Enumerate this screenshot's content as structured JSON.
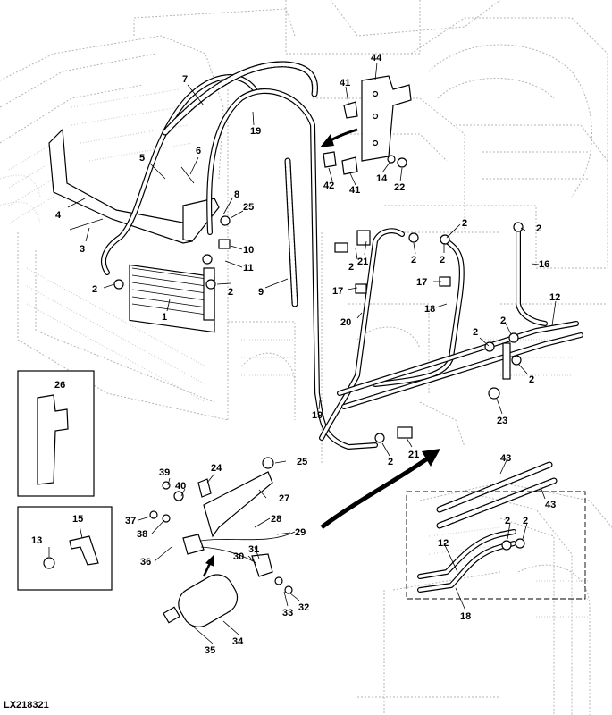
{
  "figure_id": "LX218321",
  "callouts": [
    "1",
    "2",
    "3",
    "4",
    "5",
    "6",
    "7",
    "8",
    "9",
    "10",
    "11",
    "12",
    "13",
    "14",
    "15",
    "16",
    "17",
    "18",
    "19",
    "20",
    "21",
    "22",
    "23",
    "24",
    "25",
    "26",
    "27",
    "28",
    "29",
    "30",
    "31",
    "32",
    "33",
    "34",
    "35",
    "36",
    "37",
    "38",
    "39",
    "40",
    "41",
    "42",
    "43",
    "44"
  ],
  "labels": [
    {
      "text": "7"
    },
    {
      "text": "19"
    },
    {
      "text": "44"
    },
    {
      "text": "41"
    },
    {
      "text": "6"
    },
    {
      "text": "5"
    },
    {
      "text": "8"
    },
    {
      "text": "25"
    },
    {
      "text": "4"
    },
    {
      "text": "3"
    },
    {
      "text": "10"
    },
    {
      "text": "11"
    },
    {
      "text": "2"
    },
    {
      "text": "2"
    },
    {
      "text": "1"
    },
    {
      "text": "9"
    },
    {
      "text": "42"
    },
    {
      "text": "41"
    },
    {
      "text": "14"
    },
    {
      "text": "22"
    },
    {
      "text": "2"
    },
    {
      "text": "21"
    },
    {
      "text": "2"
    },
    {
      "text": "2"
    },
    {
      "text": "2"
    },
    {
      "text": "2"
    },
    {
      "text": "17"
    },
    {
      "text": "17"
    },
    {
      "text": "20"
    },
    {
      "text": "18"
    },
    {
      "text": "16"
    },
    {
      "text": "12"
    },
    {
      "text": "2"
    },
    {
      "text": "2"
    },
    {
      "text": "2"
    },
    {
      "text": "23"
    },
    {
      "text": "19"
    },
    {
      "text": "2"
    },
    {
      "text": "21"
    },
    {
      "text": "26"
    },
    {
      "text": "24"
    },
    {
      "text": "25"
    },
    {
      "text": "39"
    },
    {
      "text": "40"
    },
    {
      "text": "27"
    },
    {
      "text": "15"
    },
    {
      "text": "13"
    },
    {
      "text": "37"
    },
    {
      "text": "38"
    },
    {
      "text": "28"
    },
    {
      "text": "29"
    },
    {
      "text": "36"
    },
    {
      "text": "31"
    },
    {
      "text": "30"
    },
    {
      "text": "33"
    },
    {
      "text": "32"
    },
    {
      "text": "35"
    },
    {
      "text": "34"
    },
    {
      "text": "43"
    },
    {
      "text": "43"
    },
    {
      "text": "2"
    },
    {
      "text": "2"
    },
    {
      "text": "12"
    },
    {
      "text": "18"
    }
  ]
}
